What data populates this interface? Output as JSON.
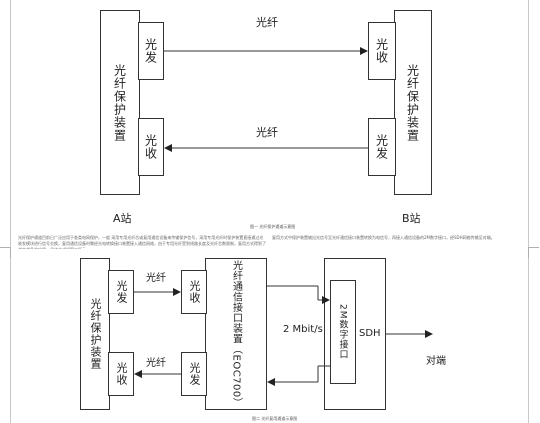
{
  "figure1": {
    "device_a_label": "光纤保护装置",
    "device_b_label": "光纤保护装置",
    "tx_label": "光发",
    "rx_label": "光收",
    "fiber_top": "光纤",
    "fiber_bottom": "光纤",
    "station_a": "A站",
    "station_b": "B站",
    "caption": "图一 光纤保护通道示意图"
  },
  "paragraph": {
    "left_text": "光纤保护通道目前已广泛应用于各类电网保护。一般 采用专用光纤芯或复用通信设备来传输保护信号，采用专用光纤时保护装置直接通过光收发模块进行信号交换，复用通信设备时需经光电转换接口装置接入通信网络，由于专用光纤受到线路长度及光纤芯数限制，复用方式得到了越来越多的应用，具体方式如图二所示。",
    "right_text": "复用方式中保护装置输出光信号至光纤通信接口装置转换为电信号，再接入通信设备的2M数字接口，经SDH网络传输至对端。"
  },
  "figure2": {
    "device_label": "光纤保护装置",
    "tx_label": "光发",
    "rx_label": "光收",
    "fiber_top": "光纤",
    "fiber_bottom": "光纤",
    "interface_label": "光纤通信接口装置（EOC700）",
    "rate_label": "2 Mbit/s",
    "digital_interface_label": "2M数字接口",
    "sdh_label": "SDH",
    "far_end_label": "对端",
    "caption": "图二 光纤复用通道示意图"
  }
}
